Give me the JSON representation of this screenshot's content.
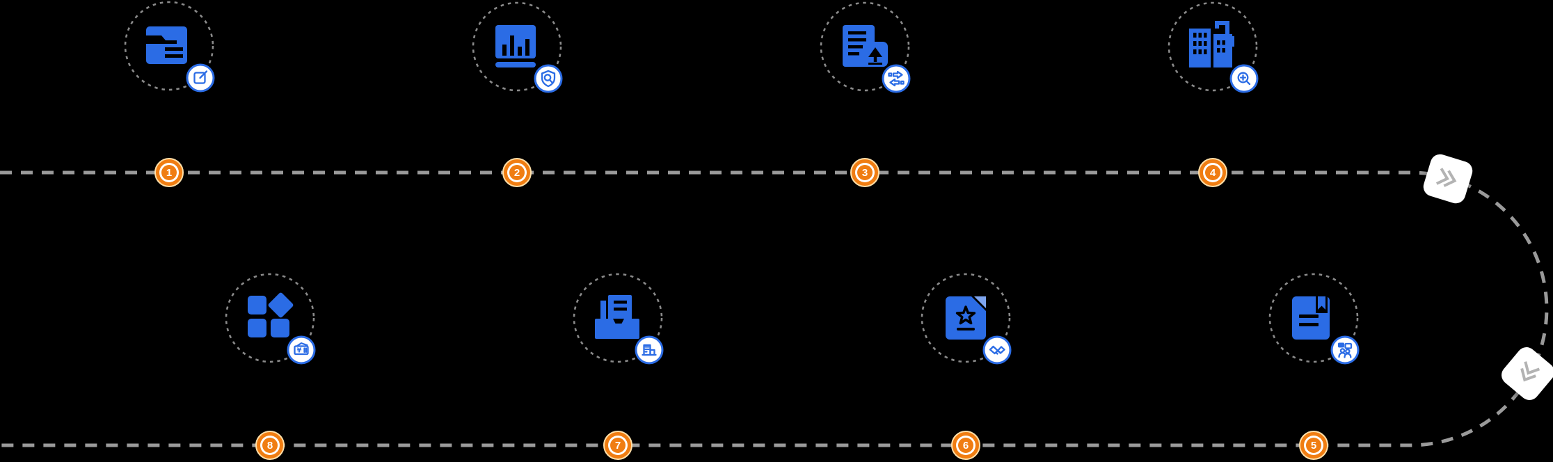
{
  "flow": {
    "steps": [
      {
        "number": "1",
        "icon": "folder-edit-icon",
        "badge_icon": "edit-icon"
      },
      {
        "number": "2",
        "icon": "chart-monitor-icon",
        "badge_icon": "shield-search-icon"
      },
      {
        "number": "3",
        "icon": "document-upload-icon",
        "badge_icon": "transfer-arrows-icon"
      },
      {
        "number": "4",
        "icon": "buildings-icon",
        "badge_icon": "zoom-in-icon"
      },
      {
        "number": "5",
        "icon": "notebook-icon",
        "badge_icon": "meeting-icon"
      },
      {
        "number": "6",
        "icon": "certificate-star-icon",
        "badge_icon": "handshake-icon"
      },
      {
        "number": "7",
        "icon": "archive-box-icon",
        "badge_icon": "building-icon"
      },
      {
        "number": "8",
        "icon": "modules-grid-icon",
        "badge_icon": "money-icon"
      }
    ],
    "colors": {
      "primary_blue": "#2B6CE5",
      "light_blue": "#7EA5EF",
      "accent_orange": "#F07D12",
      "badge_halo": "#FFDFA8",
      "dash_gray": "#9A9A9A",
      "circle_gray": "#8A8A8A",
      "chevron_gray": "#B3B3B3",
      "background": "#000000"
    }
  }
}
